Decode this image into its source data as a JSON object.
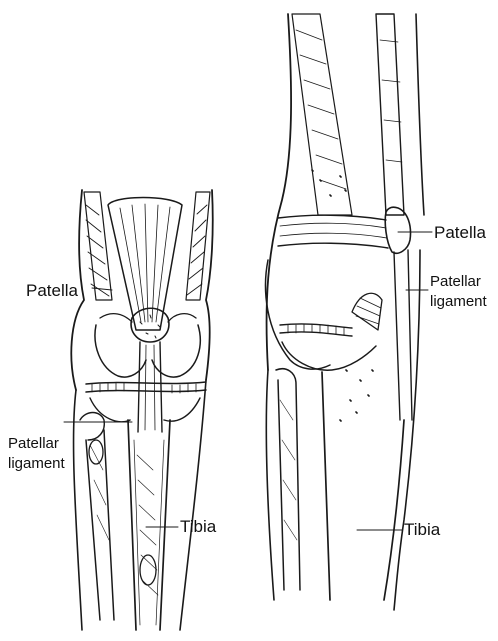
{
  "labels": {
    "left_patella": "Patella",
    "left_patellar_line1": "Patellar",
    "left_patellar_line2": "ligament",
    "left_tibia": "Tibia",
    "right_patella": "Patella",
    "right_patellar_line1": "Patellar",
    "right_patellar_line2": "ligament",
    "right_tibia": "Tibia"
  }
}
